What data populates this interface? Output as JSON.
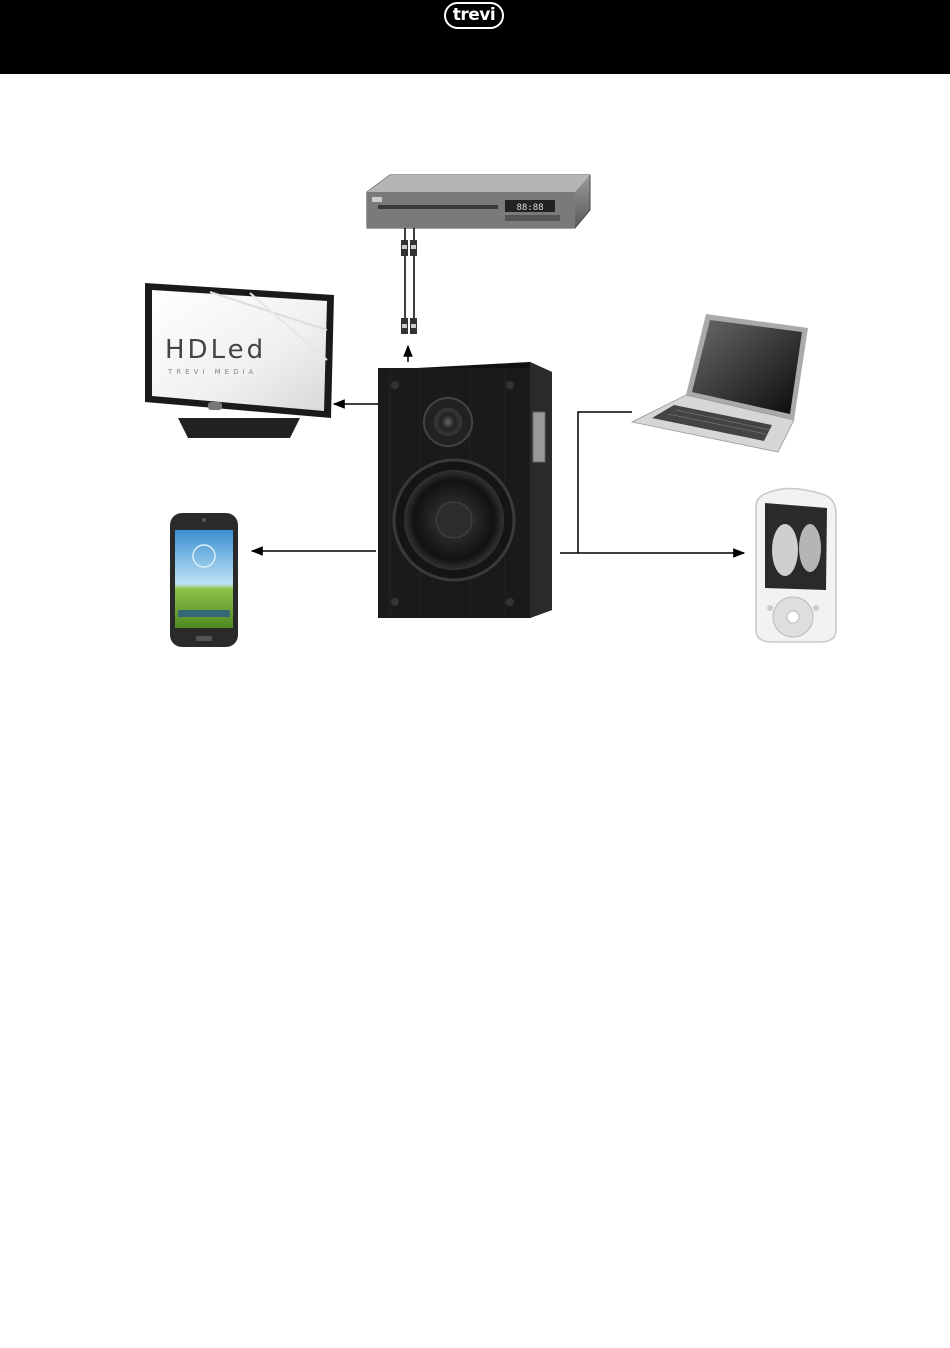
{
  "header": {
    "brand_logo": "trevi"
  },
  "devices": {
    "tv": {
      "screen_text": "HDLed",
      "sub_text": "TREVI MEDIA"
    },
    "dvd_player": {
      "display_text": "88:88"
    },
    "speaker": {},
    "laptop": {},
    "smartphone": {},
    "media_player": {}
  },
  "colors": {
    "header_bg": "#000000",
    "line": "#000000",
    "speaker_body": "#1a1a1a"
  }
}
